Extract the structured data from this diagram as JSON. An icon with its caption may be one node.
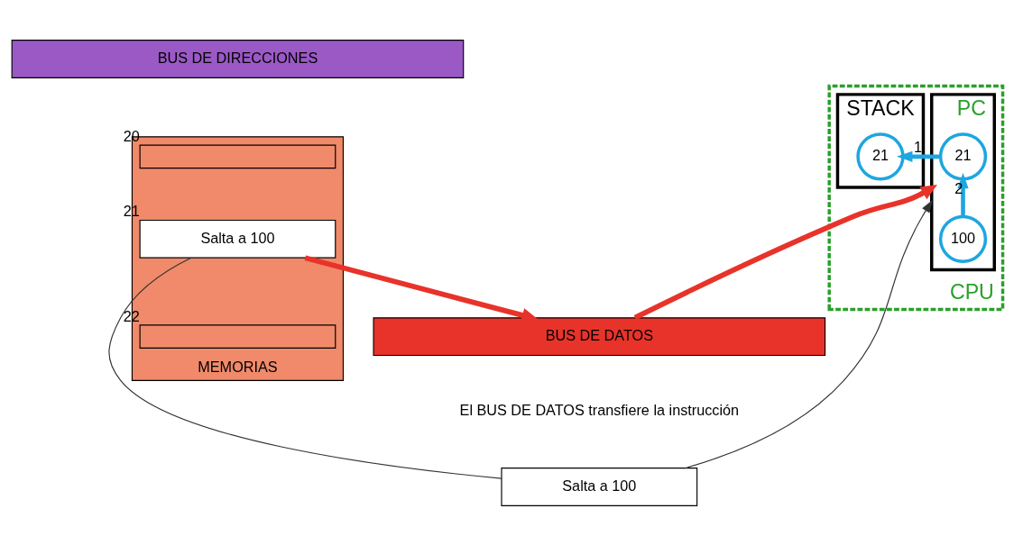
{
  "diagram": {
    "nodes": [
      {
        "text": [
          "BUS DE DIRECCIONES"
        ]
      },
      {
        "text": [
          "MEMORIAS"
        ]
      },
      {
        "text": [],
        "shape": "bar",
        "in": 1,
        "beside": [
          "20"
        ]
      },
      {
        "text": [
          "Salta a 100"
        ],
        "in": 1,
        "beside": [
          "21"
        ]
      },
      {
        "text": [],
        "shape": "bar",
        "in": 1,
        "beside": [
          "22"
        ]
      },
      {
        "text": [
          "CPU"
        ]
      },
      {
        "text": [
          "PC"
        ],
        "in": 5
      },
      {
        "text": [
          "21"
        ],
        "in": 6
      },
      {
        "text": [
          "100"
        ],
        "in": 6
      },
      {
        "text": [
          "STACK"
        ],
        "in": 5
      },
      {
        "text": [
          "21"
        ],
        "in": 9
      },
      {
        "text": [
          "BUS DE DATOS"
        ]
      },
      {
        "text": [
          "Salta a 100"
        ]
      }
    ],
    "edges": [
      {
        "from": 3,
        "to": 11,
        "arrow": "to",
        "color": "#e8332a"
      },
      {
        "from": 11,
        "to": 6,
        "arrow": "to",
        "color": "#e8332a"
      },
      {
        "from": 8,
        "to": 7,
        "arrow": "to",
        "color": "#1ea6e0",
        "label": "2"
      },
      {
        "from": 7,
        "to": 10,
        "arrow": "to",
        "color": "#1ea6e0",
        "label": "1"
      },
      {
        "from": 3,
        "to": 12,
        "arrow": "none",
        "color": "#333333"
      },
      {
        "from": 12,
        "to": 6,
        "arrow": "to",
        "color": "#333333"
      }
    ],
    "labels": [
      "El BUS DE DATOS transfiere la instrucción"
    ]
  }
}
